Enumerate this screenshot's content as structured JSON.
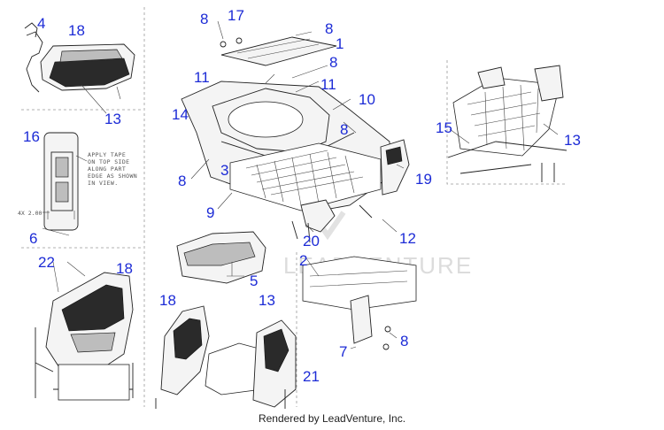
{
  "diagram": {
    "callouts": {
      "c4": "4",
      "c18a": "18",
      "c13a": "13",
      "c16": "16",
      "c6": "6",
      "c22": "22",
      "c18b": "18",
      "c8a": "8",
      "c17": "17",
      "c8b": "8",
      "c1": "1",
      "c8c": "8",
      "c11a": "11",
      "c11b": "11",
      "c14": "14",
      "c10": "10",
      "c8d": "8",
      "c8e": "8",
      "c3": "3",
      "c9": "9",
      "c19": "19",
      "c20": "20",
      "c12": "12",
      "c15": "15",
      "c13b": "13",
      "c2": "2",
      "c5": "5",
      "c13c": "13",
      "c8f": "8",
      "c7": "7",
      "c18c": "18",
      "c21": "21"
    },
    "note_lines": [
      "APPLY TAPE",
      "ON TOP SIDE",
      "ALONG PART",
      "EDGE AS SHOWN",
      "IN VIEW."
    ],
    "dimension_label": "4X 2.00",
    "watermark": "LEADVENTURE"
  },
  "footer": "Rendered by LeadVenture, Inc.",
  "colors": {
    "callout": "#1c2bd6",
    "line": "#222222"
  }
}
